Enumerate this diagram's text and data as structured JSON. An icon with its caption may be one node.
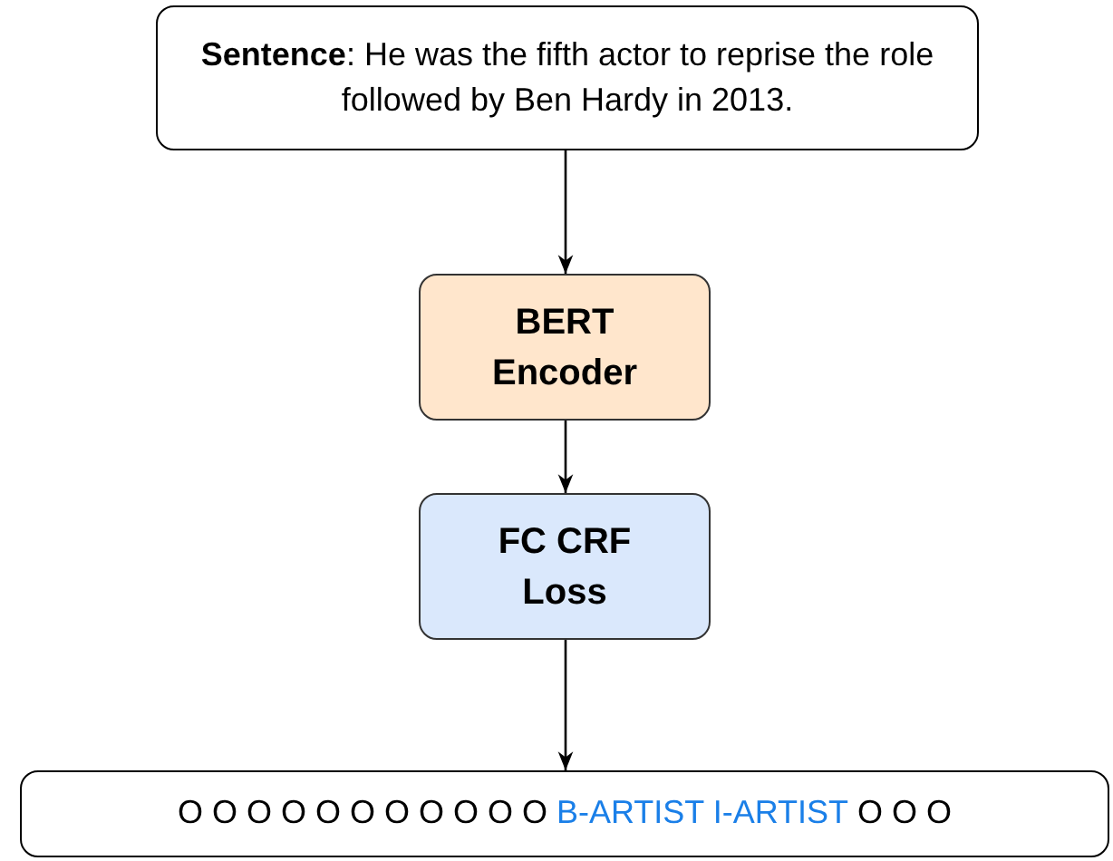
{
  "diagram": {
    "nodes": [
      {
        "text": [
          "**Sentence**: He was the fifth actor to reprise the role followed by Ben Hardy in 2013."
        ]
      },
      {
        "text": [
          "BERT Encoder"
        ]
      },
      {
        "text": [
          "FC CRF Loss"
        ]
      },
      {
        "text": [
          "O O O O O O O O O O O",
          "B-ARTIST I-ARTIST",
          "O O O"
        ]
      }
    ],
    "edges": [
      {
        "from": 0,
        "to": 1,
        "arrow": "to"
      },
      {
        "from": 1,
        "to": 2,
        "arrow": "to"
      },
      {
        "from": 2,
        "to": 3,
        "arrow": "to"
      }
    ]
  }
}
